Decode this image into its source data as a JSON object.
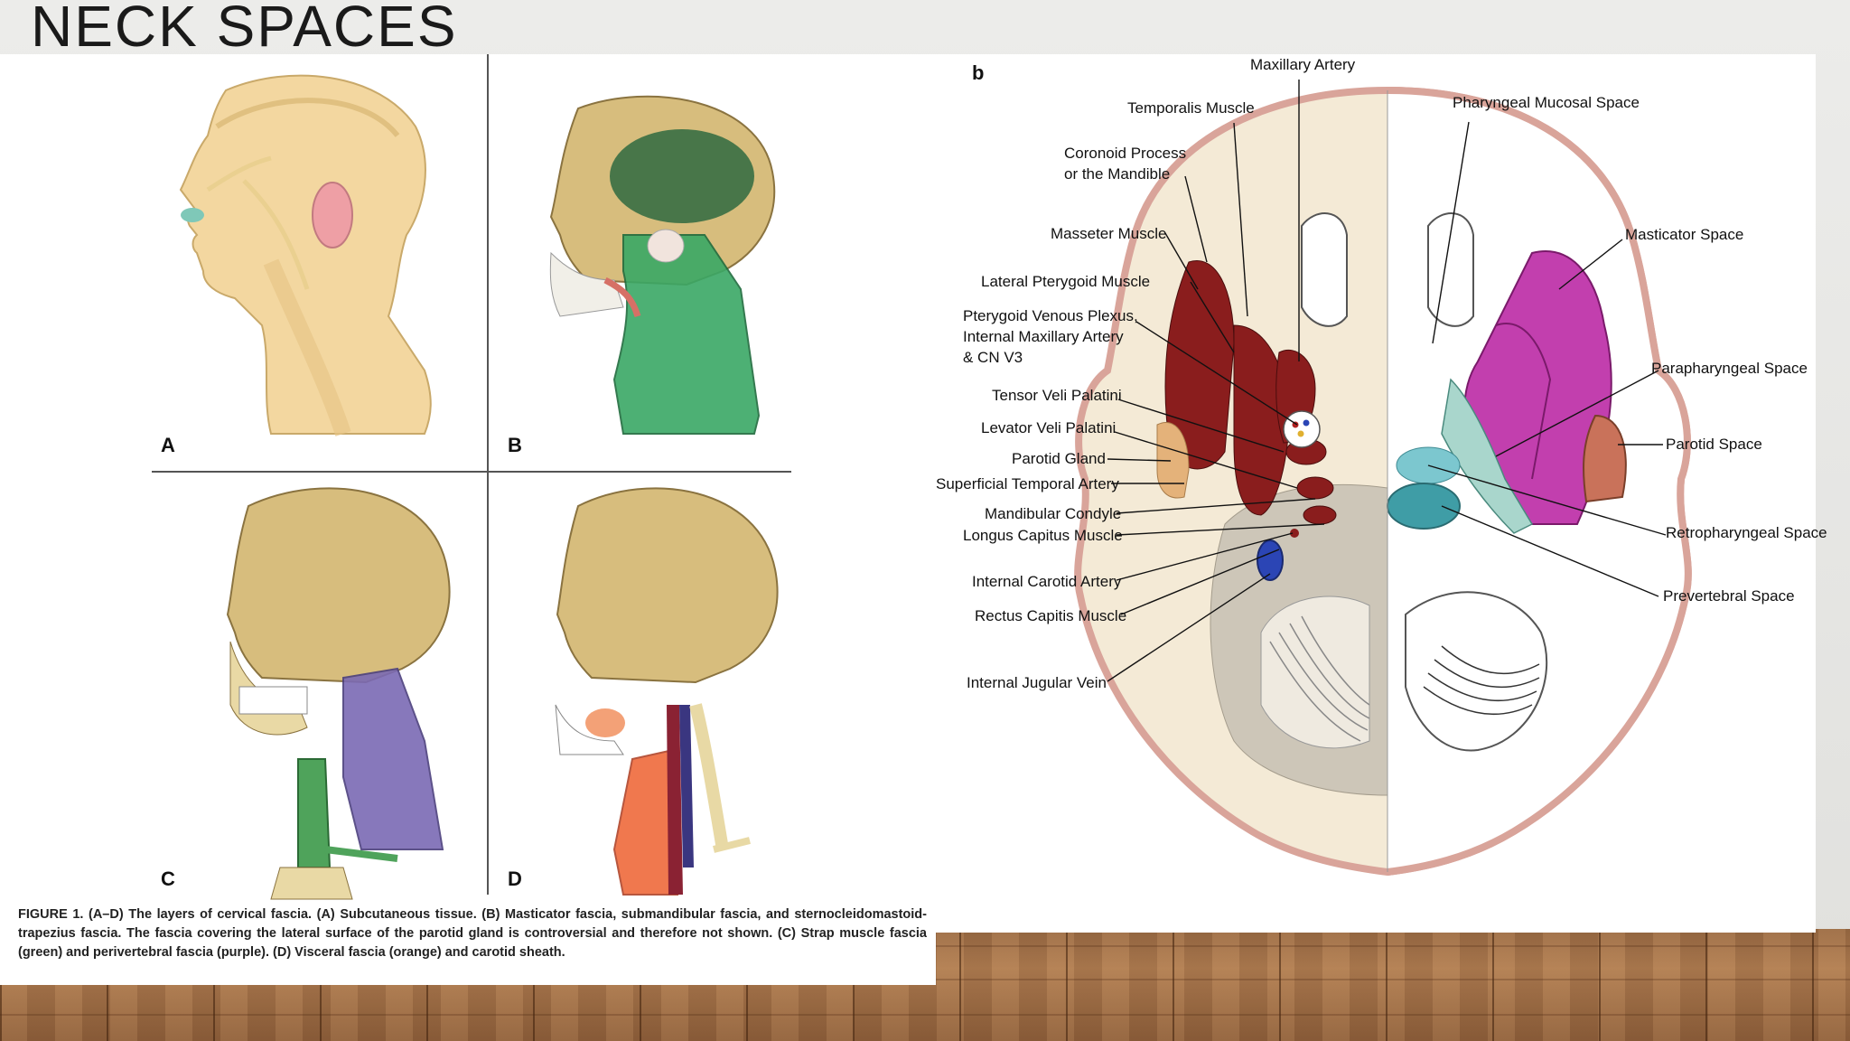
{
  "slide": {
    "title": "NECK SPACES"
  },
  "left_figure": {
    "panels": [
      "A",
      "B",
      "C",
      "D"
    ],
    "caption": "FIGURE 1. (A–D) The layers of cervical fascia. (A) Subcutaneous tissue. (B) Masticator fascia, submandibular fascia, and sternocleidomastoid-trapezius fascia. The fascia covering the lateral surface of the parotid gland is controversial and therefore not shown. (C) Strap muscle fascia (green) and perivertebral fascia (purple). (D) Visceral fascia (orange) and carotid sheath."
  },
  "right_figure": {
    "panel_letter": "b",
    "labels_left": [
      "Maxillary Artery",
      "Temporalis Muscle",
      "Coronoid Process\nor the Mandible",
      "Masseter Muscle",
      "Lateral Pterygoid Muscle",
      "Pterygoid Venous Plexus,\nInternal Maxillary Artery\n& CN V3",
      "Tensor Veli Palatini",
      "Levator Veli Palatini",
      "Parotid Gland",
      "Superficial Temporal Artery",
      "Mandibular Condyle",
      "Longus Capitus Muscle",
      "Internal Carotid Artery",
      "Rectus Capitis Muscle",
      "Internal Jugular Vein"
    ],
    "labels_right": [
      "Pharyngeal Mucosal Space",
      "Masticator Space",
      "Parapharyngeal Space",
      "Parotid Space",
      "Retropharyngeal Space",
      "Prevertebral Space"
    ],
    "space_colors": {
      "masticator": "#c23fae",
      "parotid": "#c9725a",
      "parapharyngeal": "#a9d6cc",
      "retropharyngeal": "#7cc7cf",
      "prevertebral": "#3f9da6",
      "muscle": "#8a1d1d",
      "carotid": "#2b45b5"
    }
  }
}
